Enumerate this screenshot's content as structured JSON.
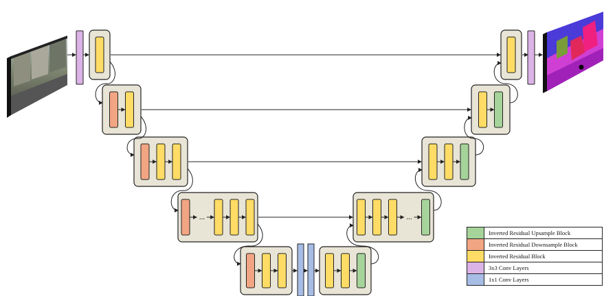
{
  "colors": {
    "upsample": "#a6d39a",
    "downsample": "#f2a583",
    "residual": "#fedc65",
    "conv3x3": "#dbb3e6",
    "conv1x1": "#a7bde6",
    "block_bg": "#e8e4d6",
    "line": "#222222"
  },
  "images": {
    "input": "street-scene-photo",
    "output": "segmentation-map"
  },
  "encoder_levels": [
    {
      "layers": [
        "residual"
      ]
    },
    {
      "layers": [
        "downsample",
        "residual"
      ]
    },
    {
      "layers": [
        "downsample",
        "residual",
        "residual"
      ]
    },
    {
      "layers": [
        "downsample",
        "ellipsis",
        "residual",
        "residual",
        "residual"
      ]
    },
    {
      "layers": [
        "downsample",
        "residual",
        "residual"
      ]
    }
  ],
  "decoder_levels": [
    {
      "layers": [
        "residual"
      ]
    },
    {
      "layers": [
        "residual",
        "upsample"
      ]
    },
    {
      "layers": [
        "residual",
        "residual",
        "upsample"
      ]
    },
    {
      "layers": [
        "residual",
        "residual",
        "residual",
        "ellipsis",
        "upsample"
      ]
    },
    {
      "layers": [
        "residual",
        "residual",
        "upsample"
      ]
    }
  ],
  "bottleneck": {
    "layers": [
      "conv1x1",
      "conv1x1"
    ]
  },
  "ellipsis_text": "...",
  "legend": [
    {
      "label": "Inverted Residual Upsample Block",
      "kind": "upsample"
    },
    {
      "label": "Inverted Residual Downsample Block",
      "kind": "downsample"
    },
    {
      "label": "Inverted Residual Block",
      "kind": "residual"
    },
    {
      "label": "3x3 Conv Layers",
      "kind": "conv3x3"
    },
    {
      "label": "1x1 Conv Layers",
      "kind": "conv1x1"
    }
  ]
}
